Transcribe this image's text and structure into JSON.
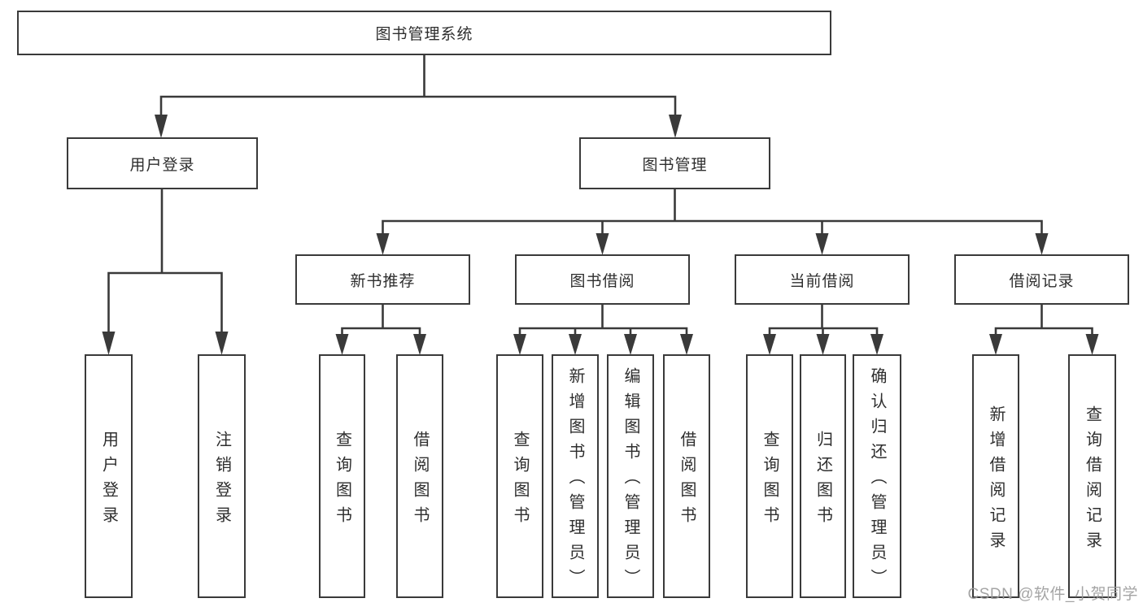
{
  "root": {
    "label": "图书管理系统"
  },
  "branches": {
    "login": {
      "label": "用户登录",
      "children": [
        "用户登录",
        "注销登录"
      ]
    },
    "management": {
      "label": "图书管理"
    }
  },
  "sections": [
    {
      "label": "新书推荐",
      "children": [
        "查询图书",
        "借阅图书"
      ]
    },
    {
      "label": "图书借阅",
      "children": [
        "查询图书",
        "新增图书（管理员）",
        "编辑图书（管理员）",
        "借阅图书"
      ]
    },
    {
      "label": "当前借阅",
      "children": [
        "查询图书",
        "归还图书",
        "确认归还（管理员）"
      ]
    },
    {
      "label": "借阅记录",
      "children": [
        "新增借阅记录",
        "查询借阅记录"
      ]
    }
  ],
  "watermark": {
    "text": "CSDN @软件_小贺同学"
  },
  "colors": {
    "line": "#3a3a3a",
    "text": "#2e2e2e",
    "watermark": "#9b9b9b",
    "background": "#ffffff"
  }
}
